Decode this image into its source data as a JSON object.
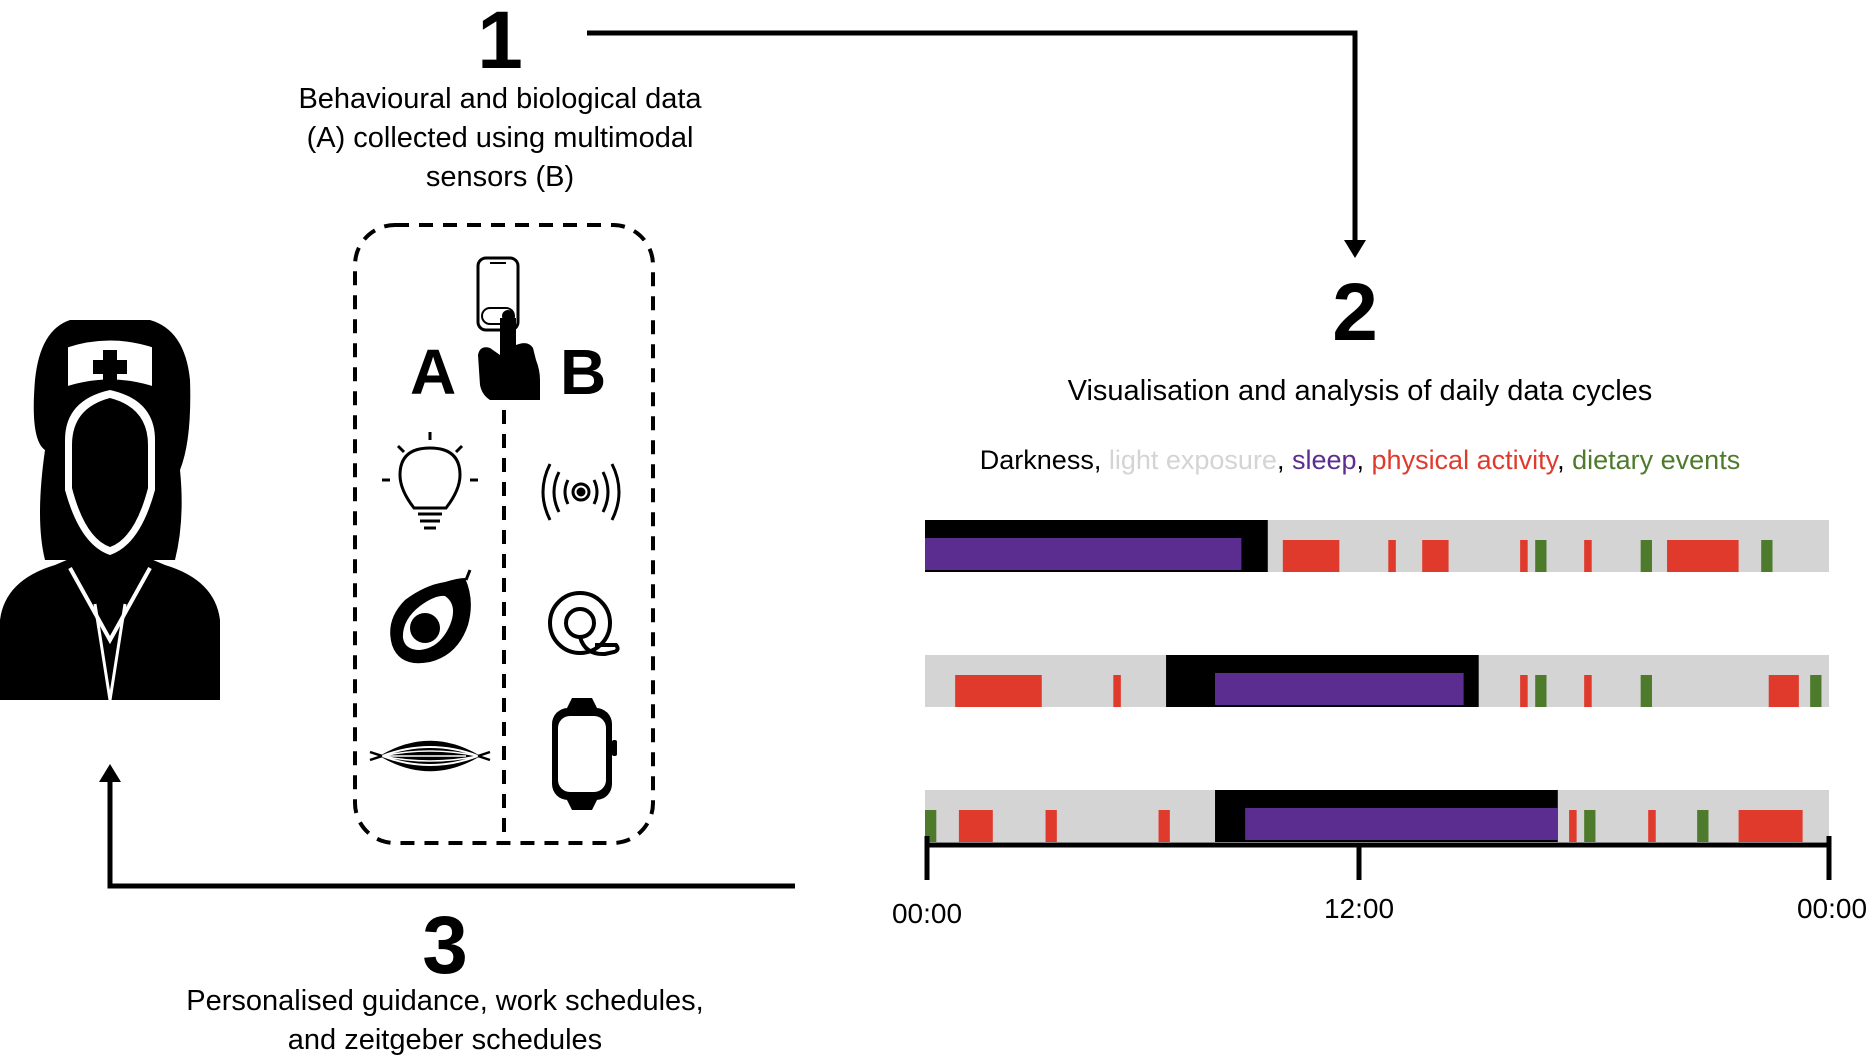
{
  "step1": {
    "number": "1",
    "caption_lines": [
      "Behavioural and biological data",
      "(A) collected using multimodal",
      "sensors (B)"
    ]
  },
  "step2": {
    "number": "2",
    "title": "Visualisation and analysis of daily data cycles",
    "legend": [
      {
        "label": "Darkness",
        "color": "#000000"
      },
      {
        "label": "light exposure",
        "color": "#d4d4d4"
      },
      {
        "label": "sleep",
        "color": "#5b2d91"
      },
      {
        "label": "physical activity",
        "color": "#e03a2c"
      },
      {
        "label": "dietary events",
        "color": "#4e7a2b"
      }
    ]
  },
  "step3": {
    "number": "3",
    "caption_lines": [
      "Personalised guidance, work schedules,",
      "and zeitgeber schedules"
    ]
  },
  "sensor_box": {
    "label_a": "A",
    "label_b": "B",
    "icons_a": [
      "light-bulb-icon",
      "avocado-icon",
      "muscle-icon"
    ],
    "icons_b": [
      "wireless-signal-icon",
      "continuous-glucose-monitor-icon",
      "smartwatch-icon"
    ],
    "top_icon": "smartphone-tap-icon"
  },
  "figure": {
    "icon": "nurse-icon"
  },
  "colors": {
    "darkness": "#000000",
    "light": "#d4d4d4",
    "sleep": "#5b2d91",
    "activity": "#e03a2c",
    "diet": "#4e7a2b"
  },
  "chart_data": {
    "type": "timeline",
    "title": "",
    "x_unit": "hours",
    "xlim": [
      0,
      24
    ],
    "x_ticks": [
      "00:00",
      "12:00",
      "00:00"
    ],
    "x_tick_values": [
      0,
      12,
      24
    ],
    "rows": [
      {
        "darkness": [
          [
            0,
            9.1
          ]
        ],
        "sleep": [
          [
            0,
            8.4
          ]
        ],
        "activity": [
          [
            9.5,
            11.0
          ],
          [
            12.3,
            12.5
          ],
          [
            13.2,
            13.9
          ],
          [
            15.8,
            16.0
          ],
          [
            17.5,
            17.7
          ],
          [
            19.7,
            21.6
          ]
        ],
        "diet": [
          [
            16.2,
            16.5
          ],
          [
            19.0,
            19.3
          ],
          [
            22.2,
            22.5
          ]
        ]
      },
      {
        "darkness": [
          [
            6.4,
            14.7
          ]
        ],
        "sleep": [
          [
            7.7,
            14.3
          ]
        ],
        "activity": [
          [
            0.8,
            3.1
          ],
          [
            5.0,
            5.2
          ],
          [
            15.8,
            16.0
          ],
          [
            17.5,
            17.7
          ],
          [
            22.4,
            23.2
          ]
        ],
        "diet": [
          [
            16.2,
            16.5
          ],
          [
            19.0,
            19.3
          ],
          [
            23.5,
            23.8
          ]
        ]
      },
      {
        "darkness": [
          [
            7.7,
            16.8
          ]
        ],
        "sleep": [
          [
            8.5,
            16.8
          ]
        ],
        "activity": [
          [
            0.9,
            1.8
          ],
          [
            3.2,
            3.5
          ],
          [
            6.2,
            6.5
          ],
          [
            17.1,
            17.3
          ],
          [
            19.2,
            19.4
          ],
          [
            21.6,
            23.3
          ]
        ],
        "diet": [
          [
            0,
            0.3
          ],
          [
            17.5,
            17.8
          ],
          [
            20.5,
            20.8
          ]
        ]
      }
    ]
  }
}
